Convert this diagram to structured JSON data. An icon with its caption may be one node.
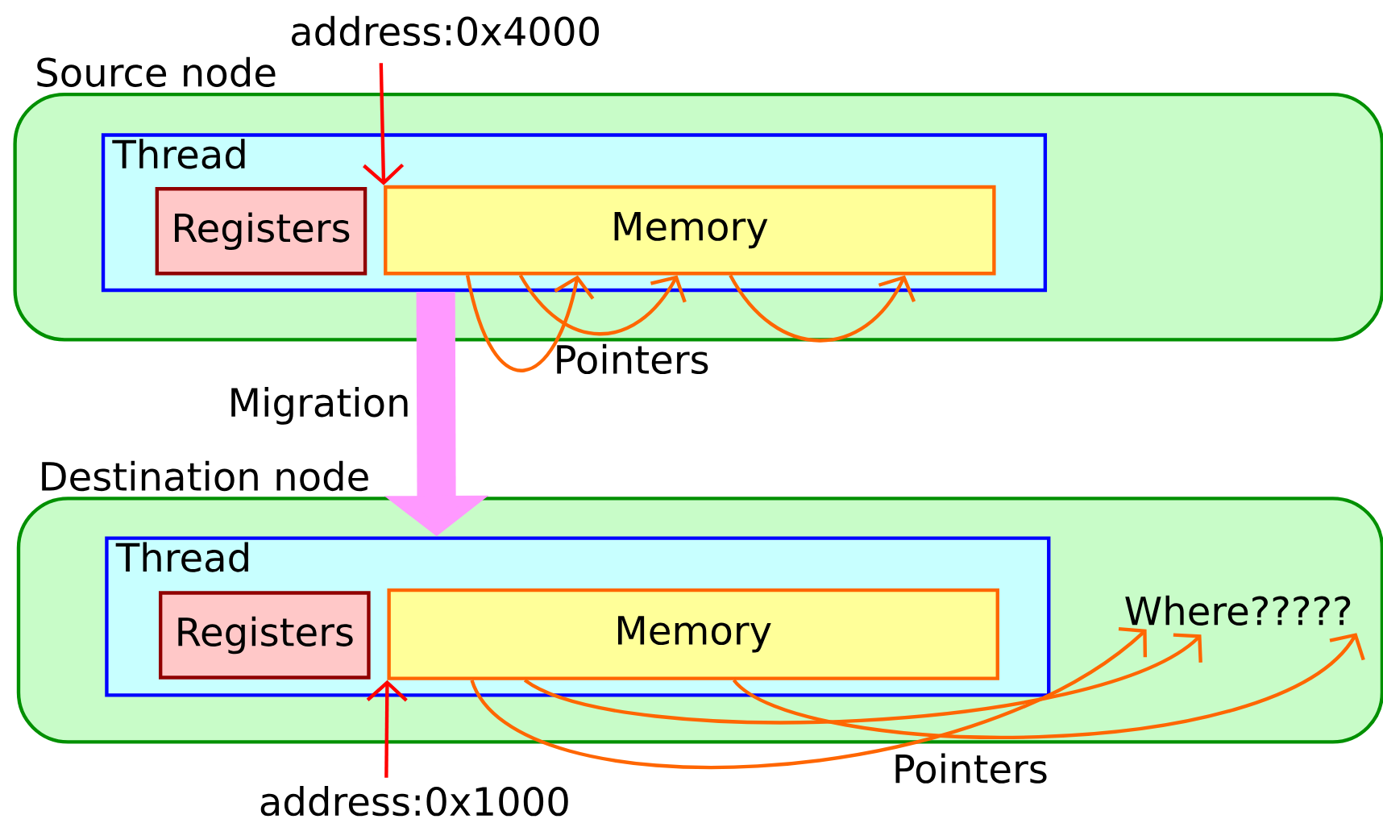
{
  "diagram": {
    "nodes": [
      {
        "text": [
          "Source node"
        ]
      },
      {
        "text": [
          "Thread"
        ],
        "in": 0
      },
      {
        "text": [
          "Registers"
        ],
        "in": 1
      },
      {
        "text": [
          "Memory"
        ],
        "in": 1
      },
      {
        "text": [
          "address:0x4000"
        ]
      },
      {
        "text": [
          "Destination node"
        ]
      },
      {
        "text": [
          "Thread"
        ],
        "in": 5
      },
      {
        "text": [
          "Registers"
        ],
        "in": 6
      },
      {
        "text": [
          "Memory"
        ],
        "in": 6
      },
      {
        "text": [
          "address:0x1000"
        ]
      },
      {
        "text": [
          "Where?????"
        ],
        "in": 5
      }
    ],
    "edges": [
      {
        "from": 4,
        "to": 3,
        "arrow": "to",
        "color": "#ff0000"
      },
      {
        "from": 3,
        "to": 3,
        "arrow": "to"
      },
      {
        "from": 3,
        "to": 3,
        "arrow": "to"
      },
      {
        "from": 3,
        "to": 3,
        "arrow": "to"
      },
      {
        "from": 1,
        "to": 6,
        "arrow": "to",
        "label": "Migration",
        "style": "thick",
        "color": "#ff99ff"
      },
      {
        "from": 9,
        "to": 8,
        "arrow": "to",
        "color": "#ff0000"
      },
      {
        "from": 8,
        "to": 10,
        "arrow": "to"
      },
      {
        "from": 8,
        "to": 10,
        "arrow": "to"
      },
      {
        "from": 8,
        "to": 10,
        "arrow": "to"
      }
    ],
    "labels": [
      "Pointers",
      "Pointers"
    ]
  }
}
